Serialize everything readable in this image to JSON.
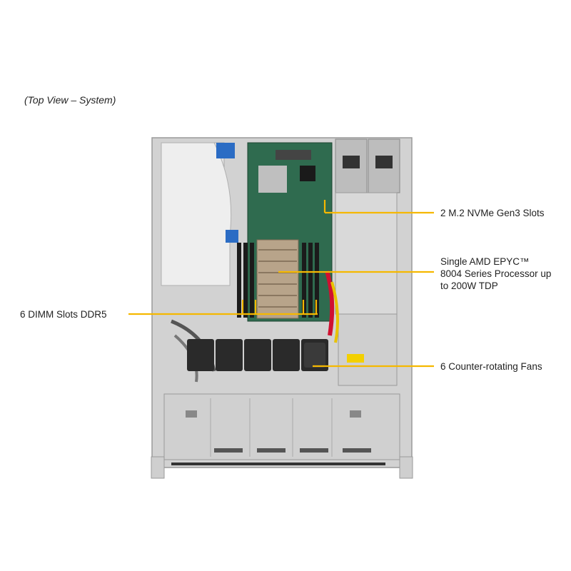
{
  "caption": "(Top View – System)",
  "callouts": {
    "m2": "2 M.2 NVMe Gen3 Slots",
    "cpu_line1": "Single AMD EPYC™",
    "cpu_line2": "8004 Series Processor up",
    "cpu_line3": "to 200W TDP",
    "dimm": "6 DIMM Slots DDR5",
    "fans": "6 Counter-rotating  Fans"
  },
  "colors": {
    "callout_line": "#f5b800",
    "chassis": "#c9c9c9",
    "board": "#2f6b4f",
    "psu": "#d8d8d8",
    "fan": "#2a2a2a"
  }
}
